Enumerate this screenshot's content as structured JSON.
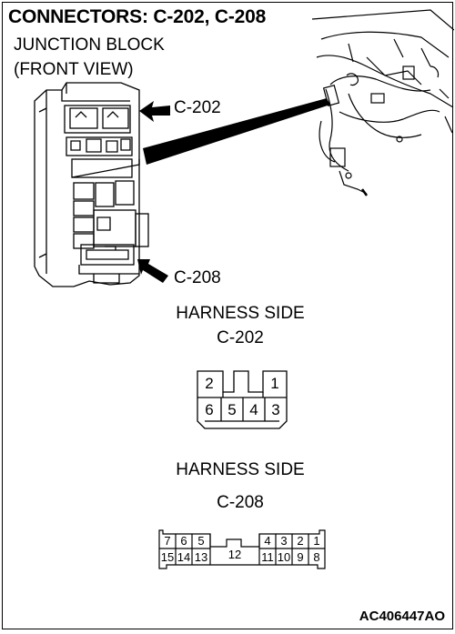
{
  "header": {
    "title": "CONNECTORS: C-202, C-208",
    "subtitle_line1": "JUNCTION BLOCK",
    "subtitle_line2": "(FRONT VIEW)"
  },
  "callouts": {
    "c202": "C-202",
    "c208": "C-208"
  },
  "connector_c202": {
    "side_label": "HARNESS SIDE",
    "name": "C-202",
    "top_row": [
      "2",
      "",
      "1"
    ],
    "bottom_row": [
      "6",
      "5",
      "4",
      "3"
    ]
  },
  "connector_c208": {
    "side_label": "HARNESS SIDE",
    "name": "C-208",
    "top_left": [
      "7",
      "6",
      "5"
    ],
    "top_right": [
      "4",
      "3",
      "2",
      "1"
    ],
    "bottom_left": [
      "15",
      "14",
      "13"
    ],
    "center": "12",
    "bottom_right": [
      "11",
      "10",
      "9",
      "8"
    ]
  },
  "footer": {
    "code": "AC406447AO"
  }
}
